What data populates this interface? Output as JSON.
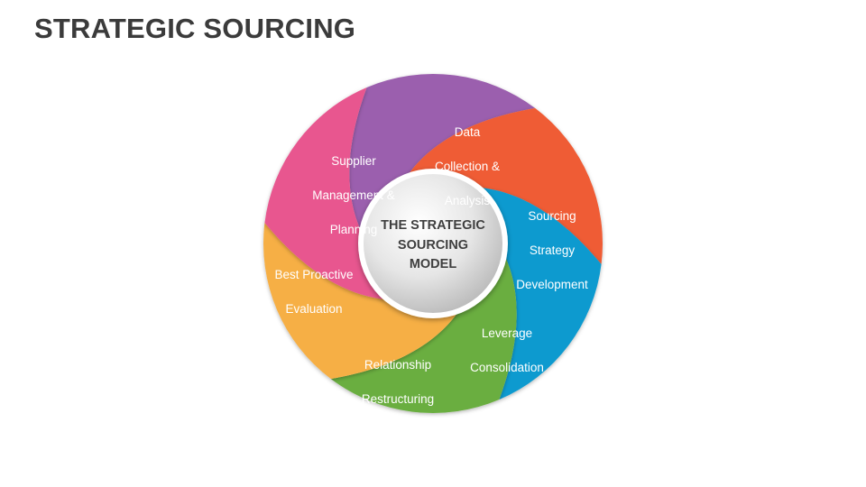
{
  "title": "STRATEGIC SOURCING",
  "center": {
    "lines": [
      "THE STRATEGIC",
      "SOURCING",
      "MODEL"
    ]
  },
  "segments": [
    {
      "lines": [
        "Data",
        "Collection &",
        "Analysis"
      ],
      "color": "#9B5FAE"
    },
    {
      "lines": [
        "Sourcing",
        "Strategy",
        "Development"
      ],
      "color": "#EF5B35"
    },
    {
      "lines": [
        "Leverage",
        "Consolidation"
      ],
      "color": "#0E9ACF"
    },
    {
      "lines": [
        "Relationship",
        "Restructuring"
      ],
      "color": "#6AAE3F"
    },
    {
      "lines": [
        "Best Proactive",
        "Evaluation"
      ],
      "color": "#F6AF45"
    },
    {
      "lines": [
        "Supplier",
        "Management &",
        "Planning"
      ],
      "color": "#E8578F"
    }
  ],
  "hub_color": "#D9D9D9"
}
